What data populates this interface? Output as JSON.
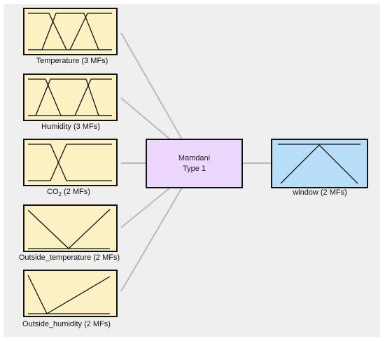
{
  "colors": {
    "input_fill": "#fbf1c2",
    "engine_fill": "#ead7fb",
    "output_fill": "#b7ddf8",
    "connector": "#b9b9b9",
    "border": "#111111",
    "background": "#efefef"
  },
  "inputs": [
    {
      "name_main": "Temperature (3 MFs)",
      "mf_count": 3
    },
    {
      "name_main": "Humidity (3 MFs)",
      "mf_count": 3
    },
    {
      "name_prefix": "CO",
      "name_sub": "2",
      "name_suffix": " (2 MFs)",
      "mf_count": 2
    },
    {
      "name_main": "Outside_temperature (2 MFs)",
      "mf_count": 2
    },
    {
      "name_main": "Outside_humidity (2 MFs)",
      "mf_count": 2
    }
  ],
  "engine": {
    "line1": "Mamdani",
    "line2": "Type 1"
  },
  "output": {
    "name": "window (2 MFs)",
    "mf_count": 2
  }
}
